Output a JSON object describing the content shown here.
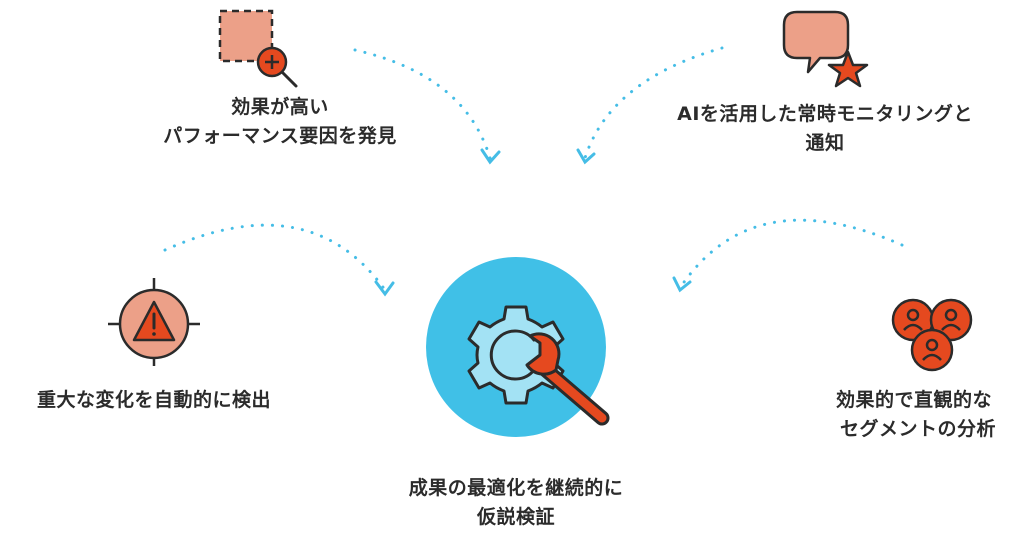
{
  "center": {
    "label_lines": [
      "成果の最適化を継続的に",
      "仮説検証"
    ],
    "icon": "gear-wrench-icon"
  },
  "features": [
    {
      "id": "discover",
      "icon": "magnifier-square-icon",
      "label_lines": [
        "効果が高い",
        "パフォーマンス要因を発見"
      ]
    },
    {
      "id": "monitor",
      "icon": "chat-star-icon",
      "label_lines": [
        "AIを活用した常時モニタリングと",
        "通知"
      ]
    },
    {
      "id": "detect",
      "icon": "warning-target-icon",
      "label_lines": [
        "重大な変化を自動的に検出"
      ]
    },
    {
      "id": "segment",
      "icon": "people-group-icon",
      "label_lines": [
        "効果的で直観的な",
        "セグメントの分析"
      ]
    }
  ],
  "colors": {
    "circle": "#40c0e7",
    "gear": "#a3e2f4",
    "accent": "#e5491f",
    "salmon": "#eca088",
    "dots": "#45bde6",
    "text": "#2b2b2b"
  }
}
